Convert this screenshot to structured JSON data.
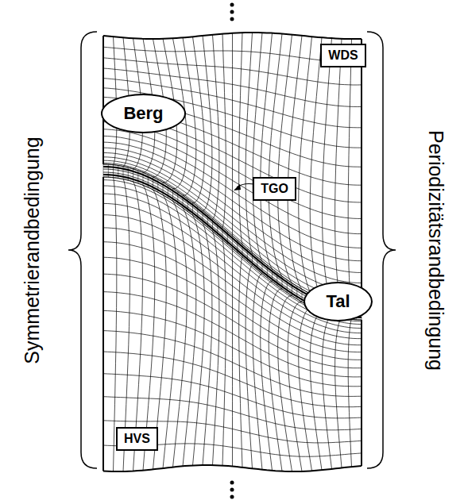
{
  "diagram": {
    "nodes": [
      {
        "text": [
          "WDS"
        ]
      },
      {
        "text": [
          "Berg"
        ]
      },
      {
        "text": [
          "TGO"
        ]
      },
      {
        "text": [
          "Tal"
        ]
      },
      {
        "text": [
          "HVS"
        ]
      }
    ],
    "labels": [
      "Symmetrierandbedingung",
      "Periodizitätsrandbedingung"
    ]
  }
}
